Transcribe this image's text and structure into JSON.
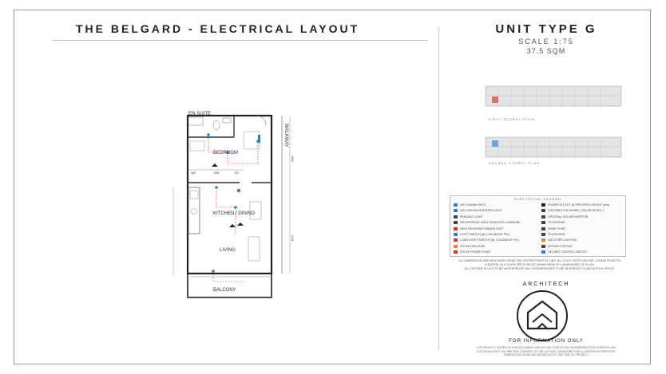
{
  "header": {
    "title": "THE BELGARD - ELECTRICAL LAYOUT",
    "unit_type": "UNIT TYPE G",
    "scale": "SCALE 1:75",
    "area": "37.5 SQM"
  },
  "plan": {
    "rooms": {
      "ensuite": "EN-SUITE",
      "bedroom": "BEDROOM",
      "kitchen": "KITCHEN / DINING",
      "living": "LIVING",
      "balcony": "BALCONY",
      "walkway": "WALKWAY"
    },
    "dims": {
      "d1": "580",
      "d2": "1660",
      "d3": "200",
      "d4": "4600",
      "d5": "2411"
    }
  },
  "key_plans": {
    "first": "FIRST STOREY PLAN",
    "second": "SECOND STOREY PLAN"
  },
  "legend": {
    "heading": "ELECTRICAL LEGEND",
    "left": [
      "LED DOWNLIGHTS",
      "LED CEILING MOUNTED LIGHT",
      "PENDANT LIGHT",
      "WATERPROOF WALL MOUNTED LUMINAIRE",
      "HEAT RESISTANT BRAKELIGHT",
      "LIGHT SWITCH (@ 1.2M ABOVE FFL)",
      "2-WAY LIGHT SWITCH (@ 1.2M ABOVE FFL)",
      "STOVE ISOLATOR",
      "STOVE POWER POINT"
    ],
    "right": [
      "POWER OUTLET @ SPECIFIED HEIGHT (mm)",
      "DISTRIBUTION BOARD ( SOLAR READY )",
      "OPTIONAL SOLAR INVERTER",
      "TELEPHONE",
      "FIBRE POINT",
      "TELEVISION",
      "LED STRIP LIGHTING",
      "EXTRACTOR FAN",
      "GEYSER CONTROL SWITCH"
    ],
    "colors": {
      "blue": "#2b7fd6",
      "red": "#d9322a",
      "orange": "#e8882a"
    }
  },
  "notes": [
    "ALL DIMENSIONS ARE MEASURED FROM THE CENTER POINT OF UNIT. ALL LIGHT SWITCHES ARE 1200MM FROM FFL",
    "(CENTER). ALL PLUGS SPECIFIED AT 300MM FROM FFL (UNDERSIDE OF PLUG).",
    "ALL OUTSIDE PLUGS TO BE WATERPROOF. ANY DISCREPANCIES TO BE REPORTED TO ARCHITECH OFFICE."
  ],
  "footer": {
    "architect": "ARCHITECH",
    "disclaimer": "FOR INFORMATION ONLY",
    "copyright": [
      "COPYRIGHT IS VESTED IN THIS DOCUMENT AND NO USE, EXECUTION OR REPRODUCTION THEREOF MAY",
      "OCCUR WITHOUT THE WRITTEN CONSENT OF THE AUTHOR. FURNITURE FOR ILLUSTRATION PURPOSES.",
      "DIMENSIONS GIVEN MAY DEVIATE AS AT THE TIME OF PROJECT."
    ]
  }
}
